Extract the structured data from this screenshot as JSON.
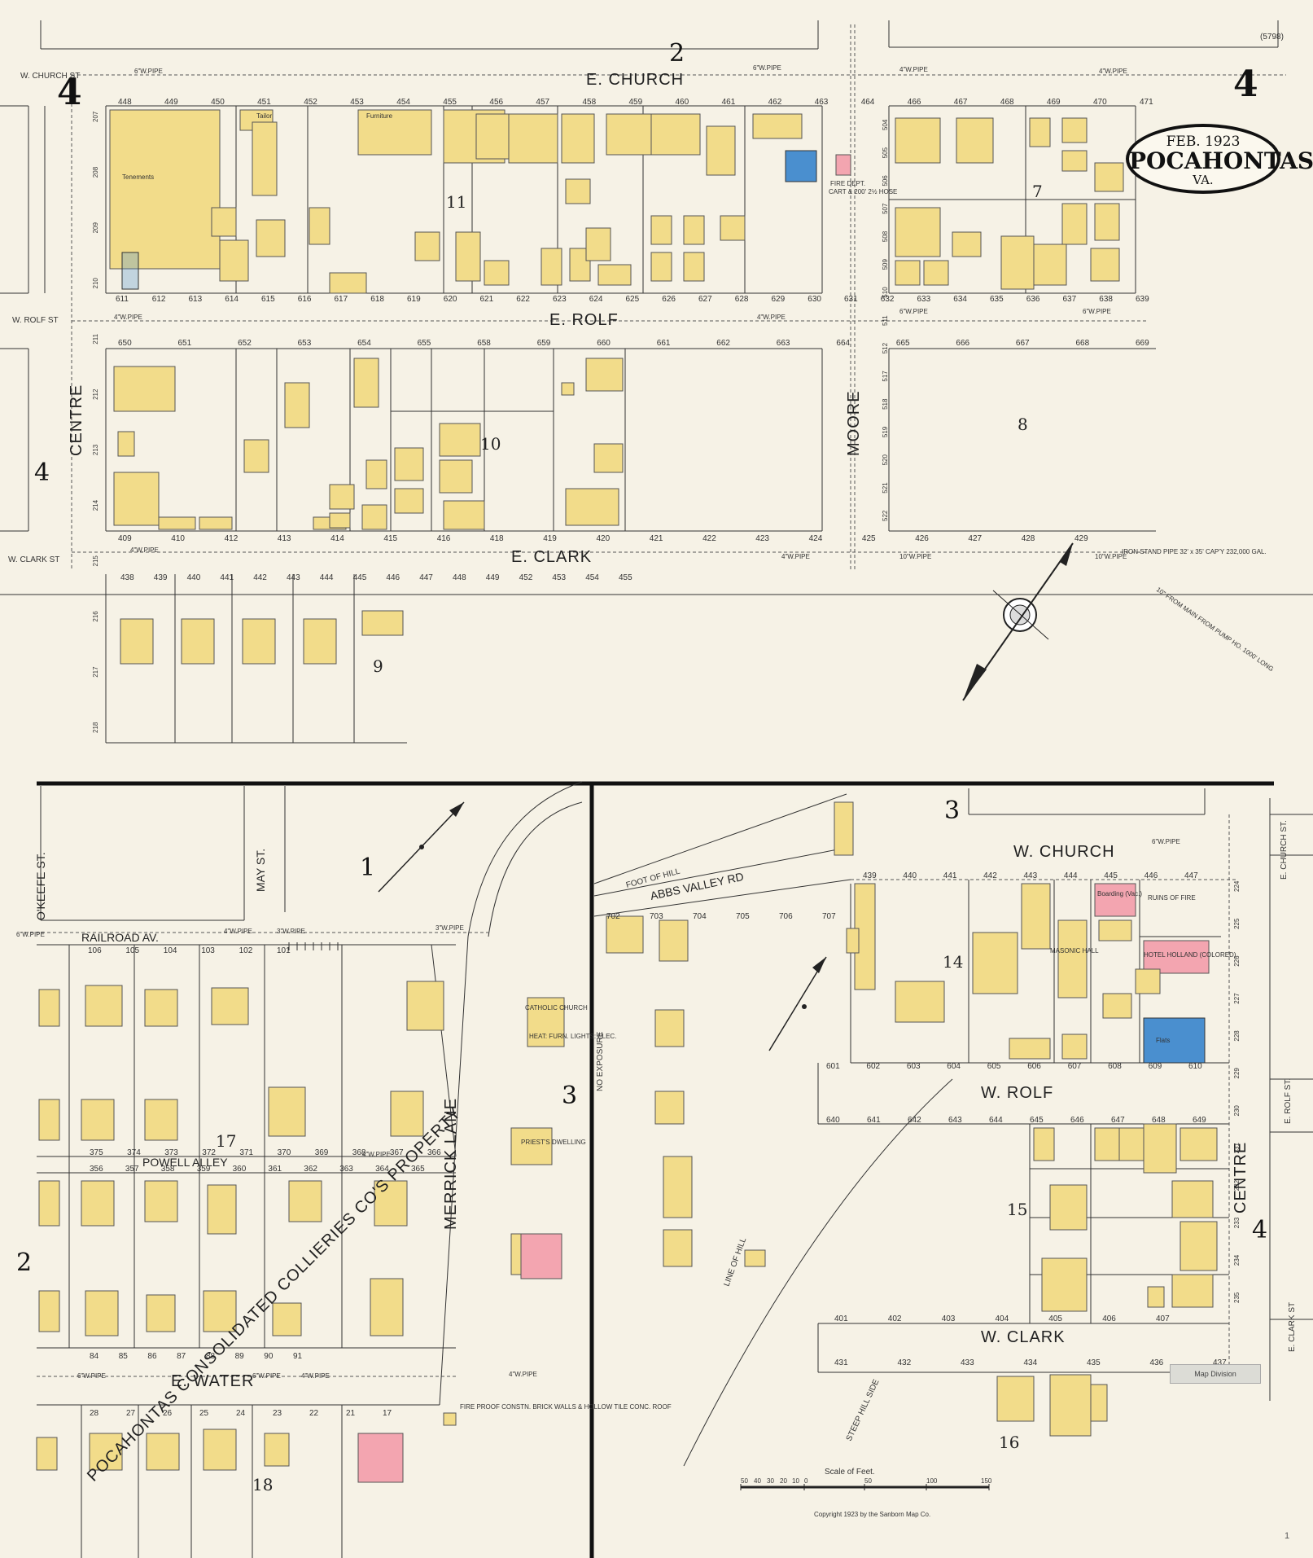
{
  "sheet": {
    "code": "(5798)",
    "date": "FEB. 1923",
    "city": "POCAHONTAS",
    "state": "VA.",
    "section_numbers": [
      "2",
      "4",
      "4",
      "4",
      "1",
      "3",
      "3",
      "2",
      "4"
    ],
    "page": "1",
    "copyright": "Copyright 1923 by the Sanborn Map Co.",
    "stamp": "Map Division"
  },
  "streets": {
    "e_church": "E. CHURCH",
    "e_rolf": "E. ROLF",
    "e_clark": "E. CLARK",
    "moore": "MOORE",
    "centre": "CENTRE",
    "w_church_st": "W. CHURCH ST",
    "w_rolf_st": "W. ROLF ST",
    "w_clark_st": "W. CLARK ST",
    "w_church": "W. CHURCH",
    "w_rolf": "W. ROLF",
    "w_clark": "W. CLARK",
    "e_church_st": "E. CHURCH ST.",
    "e_rolf_st": "E. ROLF ST.",
    "e_clark_st": "E. CLARK ST",
    "railroad_av": "RAILROAD AV.",
    "powell_alley": "POWELL ALLEY",
    "e_water": "E. WATER",
    "merrick_lane": "MERRICK LANE",
    "abbs_valley": "ABBS VALLEY RD",
    "okeefe": "O'KEEFE ST.",
    "may_st": "MAY ST.",
    "foot_of_hill": "FOOT OF HILL",
    "line_of_hill": "LINE OF HILL",
    "steep_hill": "STEEP HILL SIDE",
    "no_exposure": "NO EXPOSURE",
    "property": "POCAHONTAS CONSOLIDATED COLLIERIES CO'S PROPERTY"
  },
  "labels": {
    "tenements": "Tenements",
    "furniture": "Furniture",
    "tailor": "Tailor",
    "fire_dept": "FIRE DEPT.",
    "fire_cart": "CART & 200' 2½ HOSE",
    "catholic_church": "CATHOLIC CHURCH",
    "church_note": "HEAT: FURN. LIGHTS: ELEC.",
    "priests_dwelling": "PRIEST'S DWELLING",
    "masonic_hall": "MASONIC HALL",
    "boarding": "Boarding (Vac.)",
    "hotel": "HOTEL HOLLAND (COLORED)",
    "ruins": "RUINS OF FIRE",
    "flats": "Flats",
    "iron_pipe": "IRON STAND PIPE 32' x 35' CAP'Y 232,000 GAL.",
    "main_from_pump": "10\" FROM MAIN FROM PUMP HO. 1000' LONG",
    "fireproof_note": "FIRE PROOF CONSTN. BRICK WALLS & HOLLOW TILE CONC. ROOF"
  },
  "pipes": {
    "p6": "6\"W.PIPE",
    "p4": "4\"W.PIPE",
    "p10": "10\"W.PIPE",
    "p3": "3\"W.PIPE"
  },
  "blocks": {
    "b7": "7",
    "b8": "8",
    "b9": "9",
    "b10": "10",
    "b11": "11",
    "b14": "14",
    "b15": "15",
    "b16": "16",
    "b17": "17",
    "b18": "18"
  },
  "scale": {
    "title": "Scale of Feet.",
    "ticks": [
      "50",
      "40",
      "30",
      "20",
      "10",
      "0",
      "50",
      "100",
      "150"
    ]
  },
  "addresses": {
    "e_church_north": [
      "448",
      "449",
      "450",
      "451",
      "452",
      "453",
      "454",
      "455",
      "456",
      "457",
      "458",
      "459",
      "460",
      "461",
      "462",
      "463",
      "464",
      "466",
      "467",
      "468",
      "469",
      "470",
      "471"
    ],
    "e_rolf_north": [
      "611",
      "612",
      "613",
      "614",
      "615",
      "616",
      "617",
      "618",
      "619",
      "620",
      "621",
      "622",
      "623",
      "624",
      "625",
      "626",
      "627",
      "628",
      "629",
      "630",
      "631",
      "632",
      "633",
      "634",
      "635",
      "636",
      "637",
      "638",
      "639"
    ],
    "e_rolf_south": [
      "650",
      "651",
      "652",
      "653",
      "654",
      "655",
      "658",
      "659",
      "660",
      "661",
      "662",
      "663",
      "664",
      "665",
      "666",
      "667",
      "668",
      "669"
    ],
    "e_clark_north": [
      "409",
      "410",
      "412",
      "413",
      "414",
      "415",
      "416",
      "418",
      "419",
      "420",
      "421",
      "422",
      "423",
      "424",
      "425",
      "426",
      "427",
      "428",
      "429"
    ],
    "e_clark_south": [
      "438",
      "439",
      "440",
      "441",
      "442",
      "443",
      "444",
      "445",
      "446",
      "447",
      "448",
      "449",
      "452",
      "453",
      "454",
      "455"
    ],
    "railroad": [
      "106",
      "105",
      "104",
      "103",
      "102",
      "101"
    ],
    "powell_north": [
      "375",
      "374",
      "373",
      "372",
      "371",
      "370",
      "369",
      "368",
      "367",
      "366"
    ],
    "powell_south": [
      "356",
      "357",
      "358",
      "359",
      "360",
      "361",
      "362",
      "363",
      "364",
      "365"
    ],
    "water_north": [
      "84",
      "85",
      "86",
      "87",
      "88",
      "89",
      "90",
      "91"
    ],
    "water_south": [
      "28",
      "27",
      "26",
      "25",
      "24",
      "23",
      "22",
      "21",
      "17"
    ],
    "abbs_valley": [
      "702",
      "703",
      "704",
      "705",
      "706",
      "707"
    ],
    "w_church": [
      "439",
      "440",
      "441",
      "442",
      "443",
      "444",
      "445",
      "446",
      "447"
    ],
    "w_rolf_north": [
      "601",
      "602",
      "603",
      "604",
      "605",
      "606",
      "607",
      "608",
      "609",
      "610"
    ],
    "w_rolf_south": [
      "640",
      "641",
      "642",
      "643",
      "644",
      "645",
      "646",
      "647",
      "648",
      "649"
    ],
    "w_clark_north": [
      "401",
      "402",
      "403",
      "404",
      "405",
      "406",
      "407"
    ],
    "w_clark_south": [
      "431",
      "432",
      "433",
      "434",
      "435",
      "436",
      "437"
    ],
    "centre_left": [
      "207",
      "208",
      "209",
      "210",
      "211",
      "212",
      "213",
      "214",
      "215",
      "216",
      "217",
      "218"
    ],
    "centre_right": [
      "224",
      "225",
      "226",
      "227",
      "228",
      "229",
      "230",
      "231",
      "232",
      "233",
      "234",
      "235"
    ],
    "moore": [
      "504",
      "505",
      "506",
      "507",
      "508",
      "509",
      "510",
      "511",
      "512",
      "517",
      "518",
      "519",
      "520",
      "521",
      "522"
    ]
  }
}
